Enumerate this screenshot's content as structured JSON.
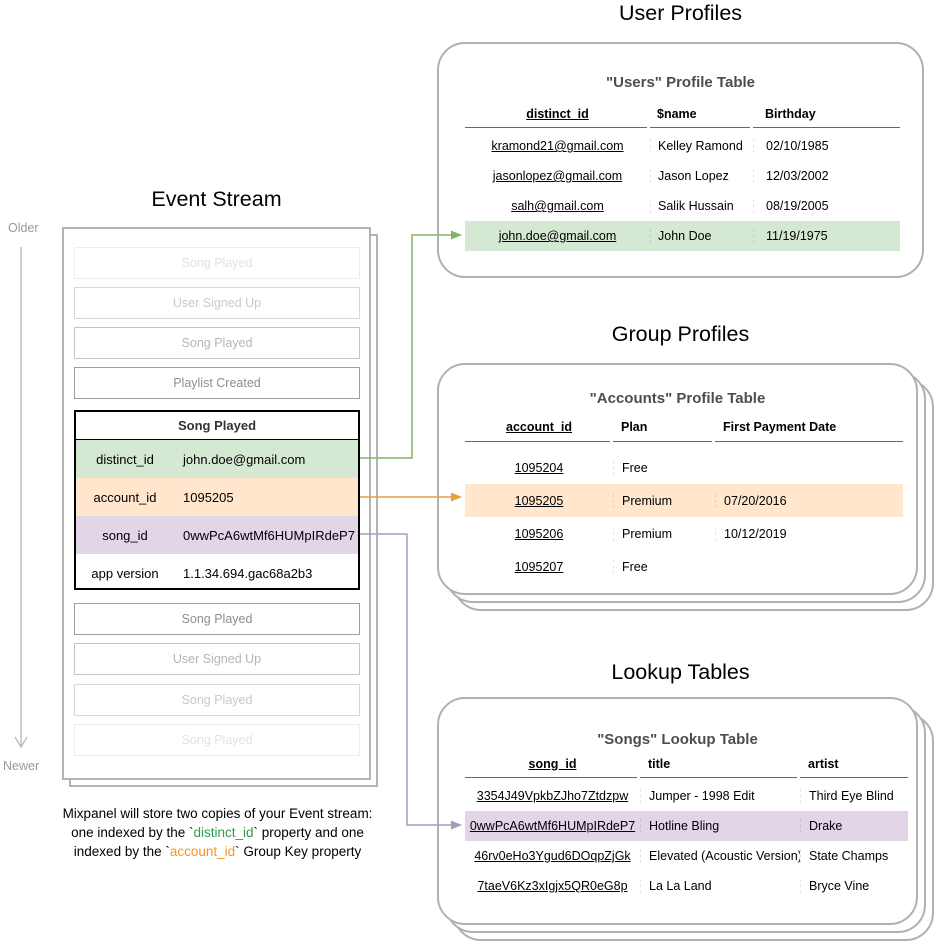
{
  "event_stream": {
    "title": "Event Stream",
    "older_label": "Older",
    "newer_label": "Newer",
    "cards_above": [
      "Song Played",
      "User Signed Up",
      "Song Played",
      "Playlist Created"
    ],
    "expanded_card": {
      "title": "Song Played",
      "rows": [
        {
          "key": "distinct_id",
          "value": "john.doe@gmail.com",
          "highlight": "green"
        },
        {
          "key": "account_id",
          "value": "1095205",
          "highlight": "orange"
        },
        {
          "key": "song_id",
          "value": "0wwPcA6wtMf6HUMpIRdeP7",
          "highlight": "purple"
        },
        {
          "key": "app version",
          "value": "1.1.34.694.gac68a2b3",
          "highlight": "none"
        }
      ]
    },
    "cards_below": [
      "Song Played",
      "User Signed Up",
      "Song Played",
      "Song Played"
    ],
    "caption_lines": [
      {
        "segments": [
          {
            "text": "Mixpanel will store two copies of your Event stream:"
          }
        ]
      },
      {
        "segments": [
          {
            "text": "one indexed by the `"
          },
          {
            "text": "distinct_id",
            "color": "green"
          },
          {
            "text": "` property and one"
          }
        ]
      },
      {
        "segments": [
          {
            "text": "indexed by the `"
          },
          {
            "text": "account_id",
            "color": "orange"
          },
          {
            "text": "` Group Key property"
          }
        ]
      }
    ]
  },
  "user_profiles": {
    "section_title": "User Profiles",
    "table_title": "\"Users\" Profile Table",
    "columns": [
      "distinct_id",
      "$name",
      "Birthday"
    ],
    "rows": [
      [
        "kramond21@gmail.com",
        "Kelley Ramond",
        "02/10/1985"
      ],
      [
        "jasonlopez@gmail.com",
        "Jason Lopez",
        "12/03/2002"
      ],
      [
        "salh@gmail.com",
        "Salik Hussain",
        "08/19/2005"
      ],
      [
        "john.doe@gmail.com",
        "John Doe",
        "11/19/1975"
      ]
    ],
    "highlight_row": 3,
    "highlight": "green"
  },
  "group_profiles": {
    "section_title": "Group Profiles",
    "table_title": "\"Accounts\" Profile Table",
    "columns": [
      "account_id",
      "Plan",
      "First Payment Date"
    ],
    "rows": [
      [
        "1095204",
        "Free",
        ""
      ],
      [
        "1095205",
        "Premium",
        "07/20/2016"
      ],
      [
        "1095206",
        "Premium",
        "10/12/2019"
      ],
      [
        "1095207",
        "Free",
        ""
      ]
    ],
    "highlight_row": 1,
    "highlight": "orange"
  },
  "lookup_tables": {
    "section_title": "Lookup Tables",
    "table_title": "\"Songs\" Lookup Table",
    "columns": [
      "song_id",
      "title",
      "artist"
    ],
    "rows": [
      [
        "3354J49VpkbZJho7Ztdzpw",
        "Jumper - 1998 Edit",
        "Third Eye Blind"
      ],
      [
        "0wwPcA6wtMf6HUMpIRdeP7",
        "Hotline Bling",
        "Drake"
      ],
      [
        "46rv0eHo3Ygud6DOqpZjGk",
        "Elevated (Acoustic Version)",
        "State Champs"
      ],
      [
        "7taeV6Kz3xIgjx5QR0eG8p",
        "La La Land",
        "Bryce Vine"
      ]
    ],
    "highlight_row": 1,
    "highlight": "purple"
  },
  "colors": {
    "green_highlight": "#d5e8d4",
    "orange_highlight": "#ffe6cc",
    "purple_highlight": "#e1d5e7",
    "green_arrow": "#82b366",
    "orange_arrow": "#e5a23c",
    "purple_arrow": "#a89abd",
    "caption_green": "#2f9e49",
    "caption_orange": "#f7941d",
    "panel_border": "#b3b3b3",
    "time_arrow": "#b9b9b9"
  }
}
